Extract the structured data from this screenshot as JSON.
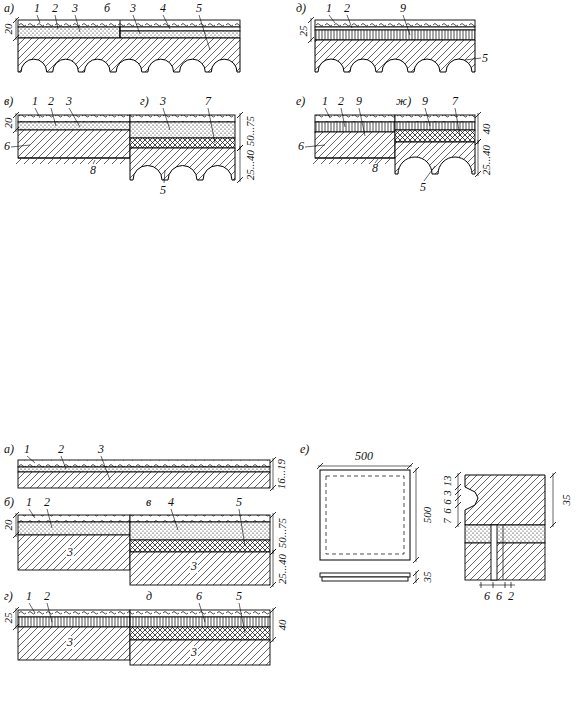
{
  "diagram": {
    "labels": [
      "а)",
      "1",
      "2",
      "3",
      "б",
      "3",
      "4",
      "5",
      "20",
      "д)",
      "1",
      "2",
      "9",
      "5",
      "25",
      "в)",
      "1",
      "2",
      "3",
      "20",
      "6",
      "8",
      "г)",
      "3",
      "7",
      "5",
      "50...75",
      "25...40",
      "е)",
      "1",
      "2",
      "9",
      "6",
      "8",
      "ж)",
      "9",
      "7",
      "5",
      "40",
      "25...40",
      "а)",
      "1",
      "2",
      "3",
      "16...19",
      "б)",
      "1",
      "2",
      "3",
      "20",
      "в",
      "4",
      "5",
      "3",
      "50...75",
      "25...40",
      "г)",
      "1",
      "2",
      "3",
      "25",
      "д",
      "6",
      "5",
      "3",
      "40",
      "е)",
      "500",
      "500",
      "35",
      "35",
      "13",
      "7",
      "6",
      "6",
      "3",
      "6",
      "6",
      "2"
    ]
  }
}
